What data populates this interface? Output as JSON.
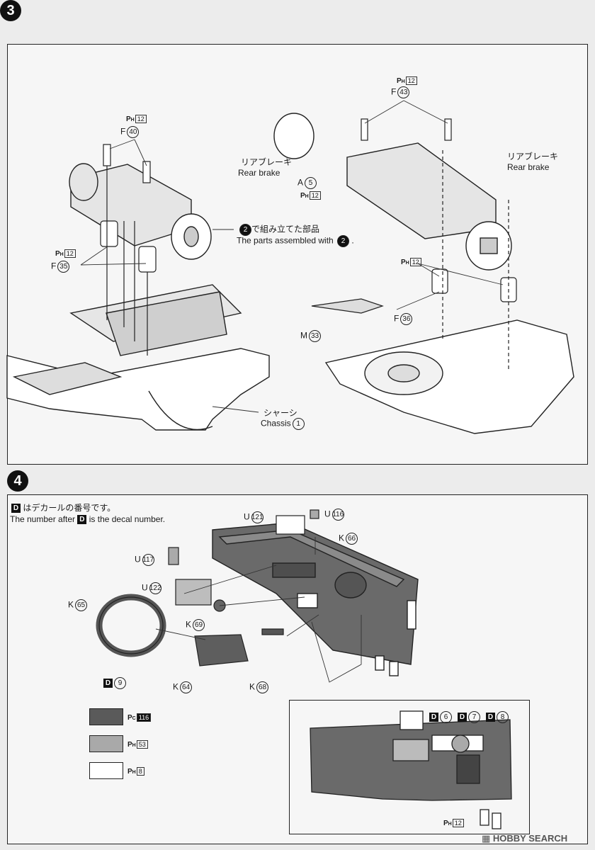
{
  "step3": {
    "number": "3",
    "labels": {
      "ph12_a": "12",
      "f40": "F",
      "f40_num": "40",
      "ph12_b": "12",
      "f35": "F",
      "f35_num": "35",
      "assembled_jp": "で組み立てた部品",
      "assembled_en": "The parts assembled with",
      "assembled_ref": "2",
      "chassis_jp": "シャーシ",
      "chassis_en": "Chassis",
      "chassis_num": "1",
      "rear_brake_jp_left": "リアブレーキ",
      "rear_brake_en_left": "Rear brake",
      "ph12_c": "12",
      "f43": "F",
      "f43_num": "43",
      "rear_brake_jp_right": "リアブレーキ",
      "rear_brake_en_right": "Rear brake",
      "a5": "A",
      "a5_num": "5",
      "ph12_d": "12",
      "ph12_e": "12",
      "f36": "F",
      "f36_num": "36",
      "m33": "M",
      "m33_num": "33"
    }
  },
  "step4": {
    "number": "4",
    "decal_note_jp": "はデカールの番号です。",
    "decal_note_en_pre": "The number after",
    "decal_note_en_post": "is the decal number.",
    "decal_letter": "D",
    "parts": {
      "u121": "121",
      "u116": "116",
      "k66": "66",
      "u117": "117",
      "u122": "122",
      "k65": "65",
      "k69": "69",
      "d9": "9",
      "k64": "64",
      "k68": "68",
      "d6": "6",
      "d7": "7",
      "d8": "8",
      "ph12_f": "12"
    },
    "legend": [
      {
        "code": "116",
        "prefix": "PC",
        "color": "#5a5a5a",
        "black": true
      },
      {
        "code": "53",
        "prefix": "PH",
        "color": "#a9a9a9",
        "black": false
      },
      {
        "code": "8",
        "prefix": "PH",
        "color": "#ffffff",
        "black": false
      }
    ]
  },
  "watermark": "HOBBY SEARCH"
}
